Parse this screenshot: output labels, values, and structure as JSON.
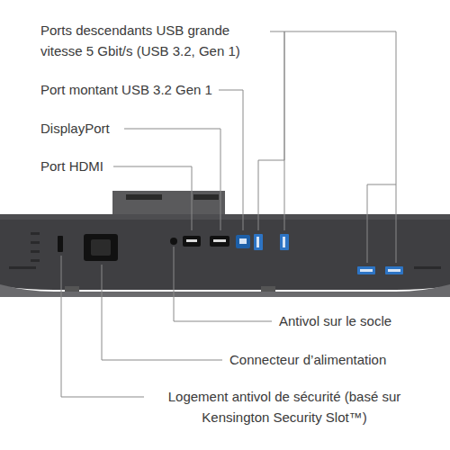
{
  "diagram": {
    "labels": [
      "Ports descendants USB grande vitesse 5 Gbit/s (USB 3.2, Gen 1)",
      "Port montant USB 3.2 Gen 1",
      "DisplayPort",
      "Port HDMI",
      "Antivol sur le socle",
      "Connecteur d’alimentation",
      "Logement antivol de sécurité (basé sur Kensington Security Slot™)"
    ]
  }
}
